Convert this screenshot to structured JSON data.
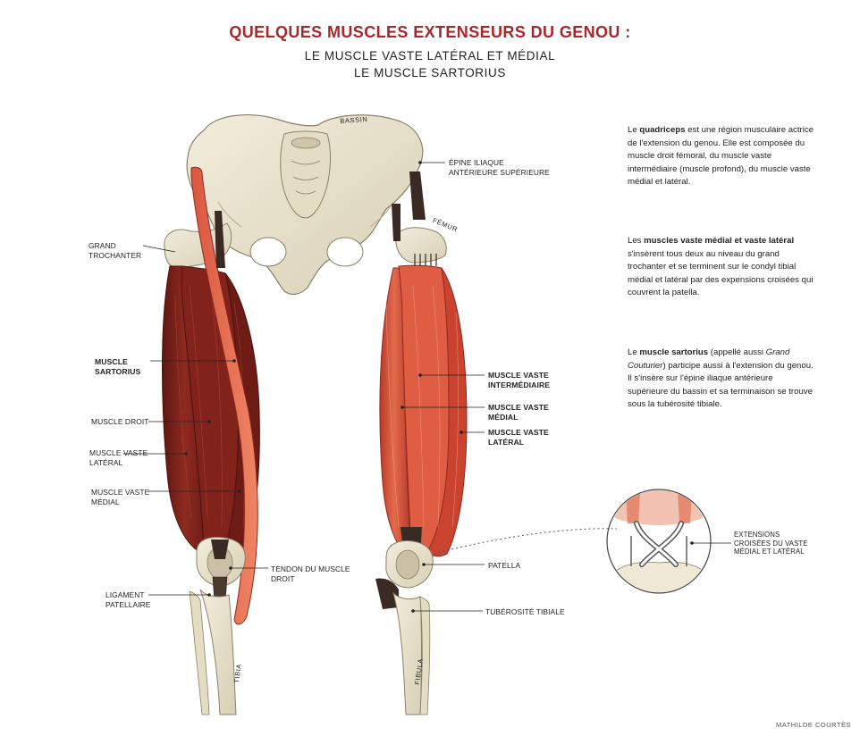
{
  "header": {
    "title": "QUELQUES MUSCLES EXTENSEURS DU GENOU :",
    "subtitle_1": "LE MUSCLE VASTE LATÉRAL ET MÉDIAL",
    "subtitle_2": "LE MUSCLE SARTORIUS"
  },
  "labels": {
    "bassin": "BASSIN",
    "epine_1": "ÉPINE ILIAQUE",
    "epine_2": "ANTÉRIEURE SUPÉRIEURE",
    "femur": "FÉMUR",
    "grand_trochanter_1": "GRAND",
    "grand_trochanter_2": "TROCHANTER",
    "sartorius_1": "MUSCLE",
    "sartorius_2": "SARTORIUS",
    "droit": "MUSCLE DROIT",
    "vaste_lateral_left_1": "MUSCLE VASTE",
    "vaste_lateral_left_2": "LATÉRAL",
    "vaste_medial_left_1": "MUSCLE VASTE",
    "vaste_medial_left_2": "MÉDIAL",
    "ligament_1": "LIGAMENT",
    "ligament_2": "PATELLAIRE",
    "tendon_1": "TENDON DU MUSCLE",
    "tendon_2": "DROIT",
    "tibia": "TIBIA",
    "vaste_intermediaire_1": "MUSCLE VASTE",
    "vaste_intermediaire_2": "INTERMÉDIAIRE",
    "vaste_medial_right_1": "MUSCLE VASTE",
    "vaste_medial_right_2": "MÉDIAL",
    "vaste_lateral_right_1": "MUSCLE VASTE",
    "vaste_lateral_right_2": "LATÉRAL",
    "patella": "PATELLA",
    "tuberosite": "TUBÉROSITÉ TIBIALE",
    "fibula": "FIBULA",
    "extensions_1": "EXTENSIONS",
    "extensions_2": "CROISÉES DU VASTE",
    "extensions_3": "MÉDIAL ET LATÉRAL"
  },
  "paragraphs": {
    "quadriceps": {
      "pre": "Le ",
      "bold": "quadriceps",
      "post": " est une région musculaire actrice de l'extension du genou. Elle est composée du muscle droit fémoral, du muscle vaste intermédiaire (muscle profond), du muscle vaste médial et latéral."
    },
    "vastes": {
      "pre": "Les ",
      "bold": "muscles vaste médial et vaste latéral",
      "post": " s'insèrent tous deux au niveau du grand trochanter et se terminent sur le condyl tibial médial et latéral par des expensions croisées qui couvrent la patella."
    },
    "sartorius": {
      "pre": "Le ",
      "bold": "muscle sartorius",
      "mid": " (appellé aussi ",
      "italic": "Grand Couturier",
      "post": ") participe aussi à l'extension du genou. Il s'insère sur l'épine iliaque antérieure supérieure du bassin et sa terminaison se trouve sous la tubérosité tibiale."
    }
  },
  "credit": "MATHILDE COURTÈS",
  "colors": {
    "title": "#a8282a",
    "bone": "#ebe5d2",
    "bone_shadow": "#c9c0a5",
    "muscle_dark": "#7a1f18",
    "muscle_mid": "#a6342a",
    "muscle_light": "#d9573e",
    "tendon": "#3a2a24"
  }
}
